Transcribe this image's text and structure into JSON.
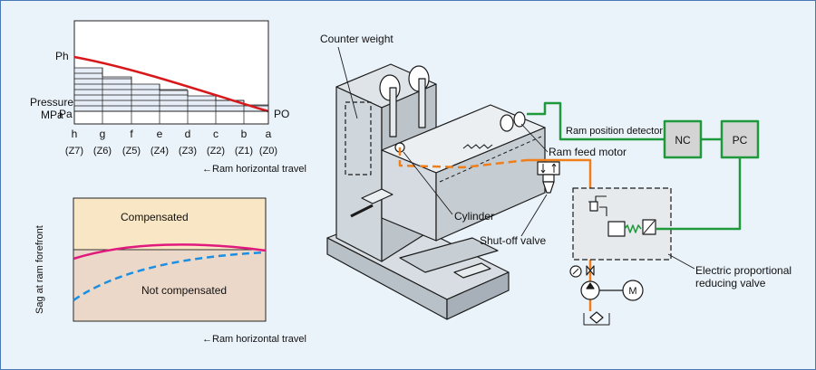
{
  "pressure_chart": {
    "y_axis_label_line1": "Pressure",
    "y_axis_label_line2": "MPa",
    "y_tick_high": "Ph",
    "y_tick_low": "Pa",
    "end_label": "PO",
    "x_letters": [
      "h",
      "g",
      "f",
      "e",
      "d",
      "c",
      "b",
      "a"
    ],
    "x_z": [
      "(Z7)",
      "(Z6)",
      "(Z5)",
      "(Z4)",
      "(Z3)",
      "(Z2)",
      "(Z1)",
      "(Z0)"
    ],
    "x_axis_caption": "←Ram horizontal travel",
    "curve_color": "#d7191c"
  },
  "sag_chart": {
    "y_axis_label": "Sag at ram forefront",
    "compensated_label": "Compensated",
    "not_compensated_label": "Not compensated",
    "x_axis_caption": "←Ram horizontal travel",
    "upper_fill": "#f8e6c4",
    "lower_fill": "#ecd8c9",
    "compensated_color": "#e0197d",
    "not_compensated_color": "#1a8fe3"
  },
  "machine": {
    "counter_weight": "Counter weight",
    "ram_position_detector": "Ram position detector",
    "ram_feed_motor": "Ram feed motor",
    "cylinder": "Cylinder",
    "shutoff_valve": "Shut-off valve",
    "nc": "NC",
    "pc": "PC",
    "motor": "M",
    "epr_valve_line1": "Electric proportional",
    "epr_valve_line2": "reducing valve",
    "hydraulic_color": "#f07f1a",
    "signal_color": "#1e9a3c",
    "box_fill": "#d4d4d4",
    "machine_fill": "#d7dde2"
  }
}
